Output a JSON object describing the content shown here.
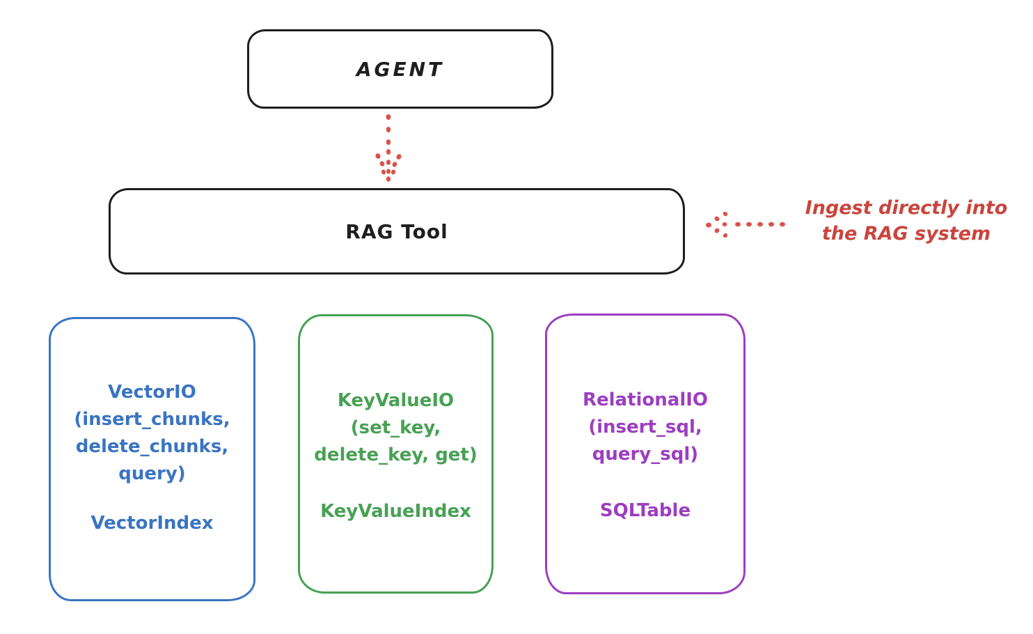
{
  "diagram": {
    "agent_box": {
      "label": "AGENT"
    },
    "rag_tool_box": {
      "label": "RAG Tool"
    },
    "annotation": {
      "line1": "Ingest directly into",
      "line2": "the RAG system",
      "color": "#c9453d"
    },
    "arrows": {
      "agent_to_ragtool": "dotted-arrow-down",
      "annotation_to_ragtool": "dotted-arrow-left",
      "color": "#d9534a"
    },
    "io_boxes": [
      {
        "id": "vectorio",
        "title": "VectorIO",
        "methods_lines": [
          "(insert_chunks,",
          "delete_chunks,",
          "query)"
        ],
        "index_label": "VectorIndex",
        "color": "#3a74c2"
      },
      {
        "id": "keyvalueio",
        "title": "KeyValueIO",
        "methods_lines": [
          "(set_key,",
          "delete_key, get)"
        ],
        "index_label": "KeyValueIndex",
        "color": "#47a154"
      },
      {
        "id": "relationalio",
        "title": "RelationalIO",
        "methods_lines": [
          "(insert_sql,",
          "query_sql)"
        ],
        "index_label": "SQLTable",
        "color": "#9c3dc0"
      }
    ]
  }
}
